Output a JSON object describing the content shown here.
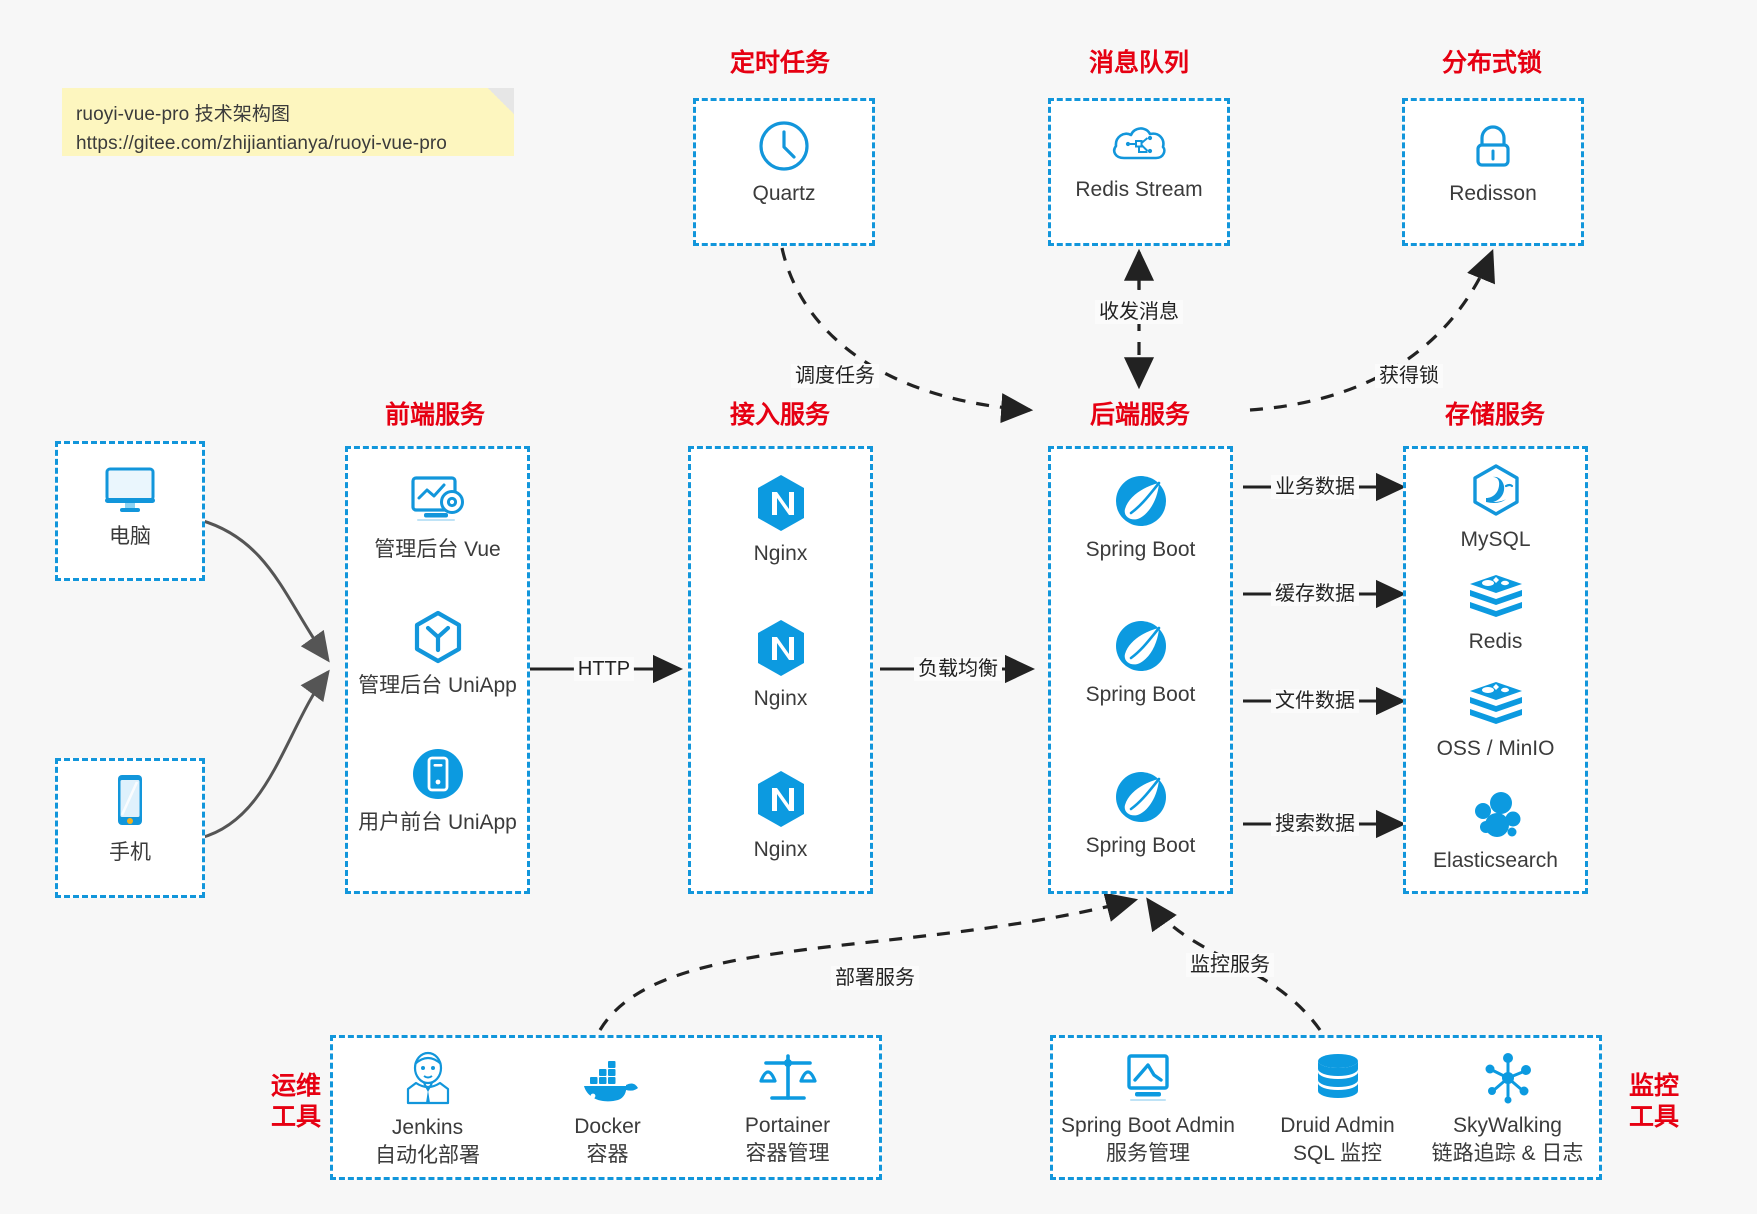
{
  "note": {
    "line1": "ruoyi-vue-pro 技术架构图",
    "line2": "https://gitee.com/zhijiantianya/ruoyi-vue-pro"
  },
  "colors": {
    "accent": "#1296db",
    "title_red": "#e60012",
    "text": "#3b3b3b",
    "note_bg": "#fdf6bf",
    "canvas_bg": "#f7f7f7",
    "arrow": "#222222"
  },
  "groups": {
    "scheduler": {
      "title": "定时任务",
      "nodes": [
        {
          "label": "Quartz",
          "icon": "clock-icon"
        }
      ]
    },
    "mq": {
      "title": "消息队列",
      "nodes": [
        {
          "label": "Redis Stream",
          "icon": "cloud-network-icon"
        }
      ]
    },
    "lock": {
      "title": "分布式锁",
      "nodes": [
        {
          "label": "Redisson",
          "icon": "padlock-icon"
        }
      ]
    },
    "clients": {
      "nodes": [
        {
          "label": "电脑",
          "icon": "monitor-icon"
        },
        {
          "label": "手机",
          "icon": "phone-icon"
        }
      ]
    },
    "frontend": {
      "title": "前端服务",
      "nodes": [
        {
          "label": "管理后台 Vue",
          "icon": "dashboard-gear-icon"
        },
        {
          "label": "管理后台 UniApp",
          "icon": "uniapp-hexagon-icon"
        },
        {
          "label": "用户前台 UniApp",
          "icon": "mobile-circle-icon"
        }
      ]
    },
    "gateway": {
      "title": "接入服务",
      "nodes": [
        {
          "label": "Nginx",
          "icon": "nginx-icon"
        },
        {
          "label": "Nginx",
          "icon": "nginx-icon"
        },
        {
          "label": "Nginx",
          "icon": "nginx-icon"
        }
      ]
    },
    "backend": {
      "title": "后端服务",
      "nodes": [
        {
          "label": "Spring Boot",
          "icon": "spring-boot-icon"
        },
        {
          "label": "Spring Boot",
          "icon": "spring-boot-icon"
        },
        {
          "label": "Spring Boot",
          "icon": "spring-boot-icon"
        }
      ]
    },
    "storage": {
      "title": "存储服务",
      "nodes": [
        {
          "label": "MySQL",
          "icon": "mysql-dolphin-icon"
        },
        {
          "label": "Redis",
          "icon": "redis-stack-icon"
        },
        {
          "label": "OSS / MinIO",
          "icon": "object-storage-icon"
        },
        {
          "label": "Elasticsearch",
          "icon": "elasticsearch-icon"
        }
      ]
    },
    "devops": {
      "title": "运维\n工具",
      "title_line1": "运维",
      "title_line2": "工具",
      "nodes": [
        {
          "label": "Jenkins",
          "sublabel": "自动化部署",
          "icon": "jenkins-butler-icon"
        },
        {
          "label": "Docker",
          "sublabel": "容器",
          "icon": "docker-whale-icon"
        },
        {
          "label": "Portainer",
          "sublabel": "容器管理",
          "icon": "scales-icon"
        }
      ]
    },
    "monitoring": {
      "title_line1": "监控",
      "title_line2": "工具",
      "nodes": [
        {
          "label": "Spring Boot Admin",
          "sublabel": "服务管理",
          "icon": "monitor-chart-icon"
        },
        {
          "label": "Druid Admin",
          "sublabel": "SQL 监控",
          "icon": "database-icon"
        },
        {
          "label": "SkyWalking",
          "sublabel": "链路追踪 & 日志",
          "icon": "skywalking-icon"
        }
      ]
    }
  },
  "edges": [
    {
      "id": "http",
      "label": "HTTP",
      "from": "frontend",
      "to": "gateway",
      "style": "solid"
    },
    {
      "id": "lb",
      "label": "负载均衡",
      "from": "gateway",
      "to": "backend",
      "style": "solid"
    },
    {
      "id": "biz",
      "label": "业务数据",
      "from": "backend",
      "to": "mysql",
      "style": "solid"
    },
    {
      "id": "cache",
      "label": "缓存数据",
      "from": "backend",
      "to": "redis",
      "style": "solid"
    },
    {
      "id": "file",
      "label": "文件数据",
      "from": "backend",
      "to": "oss",
      "style": "solid"
    },
    {
      "id": "search",
      "label": "搜索数据",
      "from": "backend",
      "to": "elasticsearch",
      "style": "solid"
    },
    {
      "id": "schedule",
      "label": "调度任务",
      "from": "quartz",
      "to": "backend",
      "style": "dashed"
    },
    {
      "id": "message",
      "label": "收发消息",
      "from": "redis-stream",
      "to": "backend",
      "style": "dashed-bidirectional"
    },
    {
      "id": "getlock",
      "label": "获得锁",
      "from": "backend",
      "to": "redisson",
      "style": "dashed"
    },
    {
      "id": "deploy",
      "label": "部署服务",
      "from": "devops",
      "to": "backend",
      "style": "dashed"
    },
    {
      "id": "monitor",
      "label": "监控服务",
      "from": "monitoring",
      "to": "backend",
      "style": "dashed"
    }
  ]
}
